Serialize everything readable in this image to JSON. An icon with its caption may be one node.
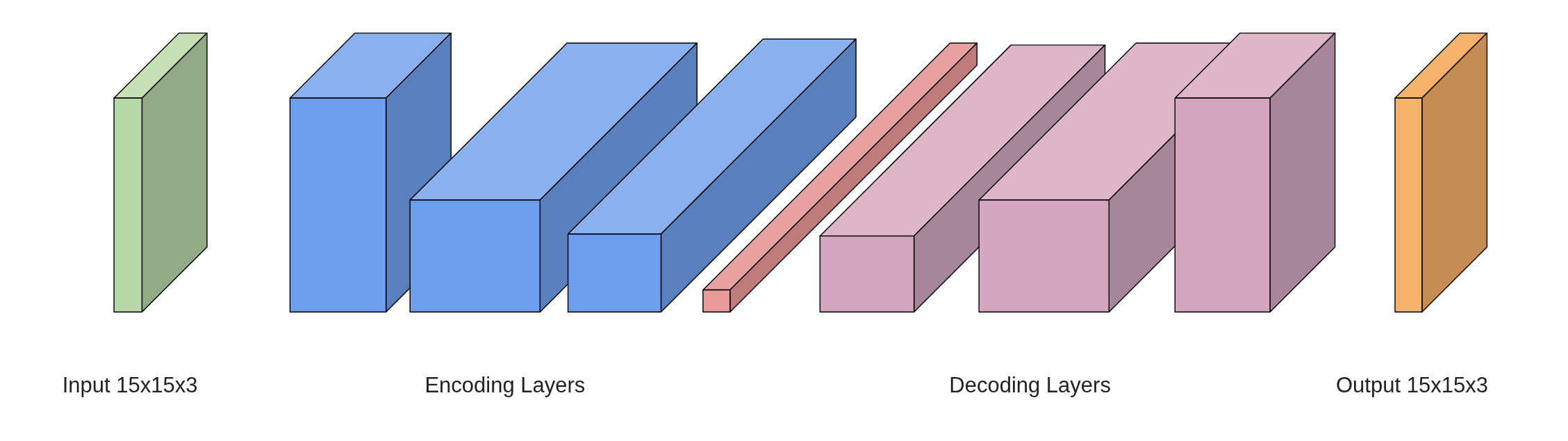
{
  "diagram": {
    "labels": [
      "Input 15x15x3",
      "Encoding Layers",
      "Decoding Layers",
      "Output 15x15x3"
    ]
  }
}
